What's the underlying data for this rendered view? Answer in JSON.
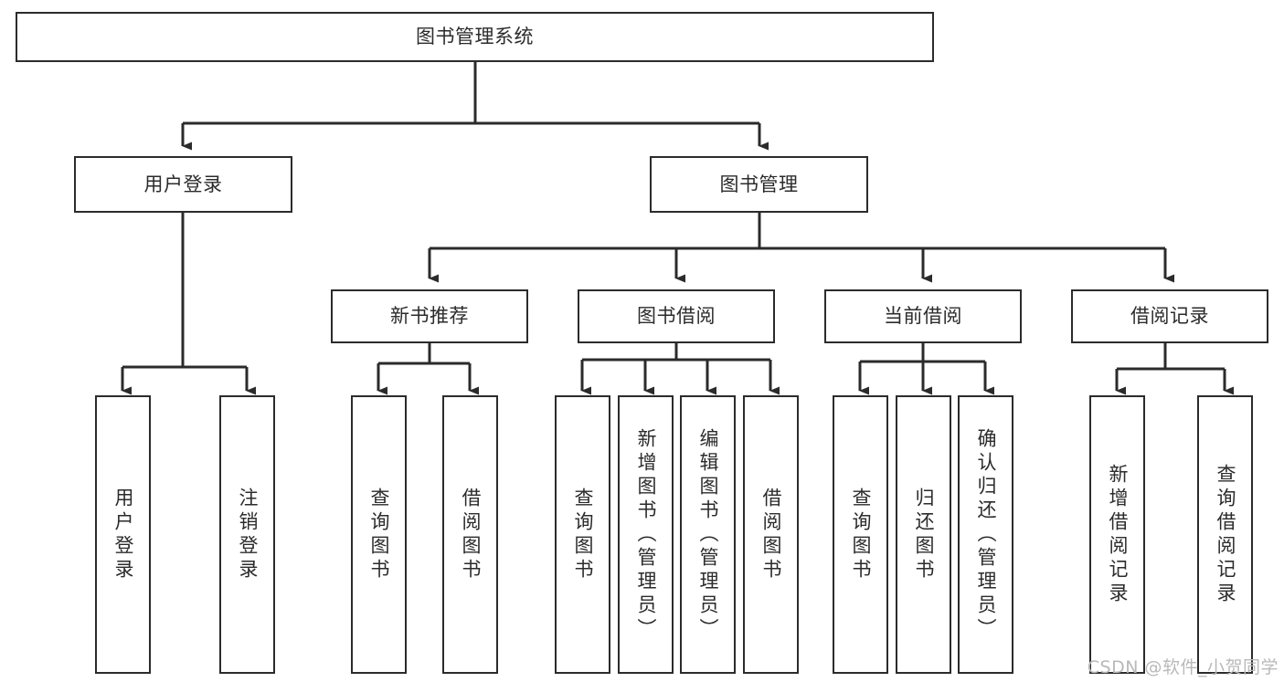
{
  "diagram": {
    "type": "tree",
    "title": "图书管理系统",
    "orientation": "top-down",
    "colors": {
      "box_border": "#2b2b2b",
      "box_fill": "#ffffff",
      "connector": "#2b2b2b",
      "text": "#2b2b2b",
      "watermark": "#b9b9b9",
      "background": "#ffffff"
    }
  },
  "nodes": {
    "root": {
      "label": "图书管理系统",
      "level": 1,
      "text_orientation": "horizontal"
    },
    "l2": [
      {
        "label": "用户登录",
        "level": 2,
        "text_orientation": "horizontal"
      },
      {
        "label": "图书管理",
        "level": 2,
        "text_orientation": "horizontal"
      }
    ],
    "l3": [
      {
        "label": "新书推荐",
        "level": 3,
        "text_orientation": "horizontal",
        "parent": "图书管理"
      },
      {
        "label": "图书借阅",
        "level": 3,
        "text_orientation": "horizontal",
        "parent": "图书管理"
      },
      {
        "label": "当前借阅",
        "level": 3,
        "text_orientation": "horizontal",
        "parent": "图书管理"
      },
      {
        "label": "借阅记录",
        "level": 3,
        "text_orientation": "horizontal",
        "parent": "图书管理"
      }
    ],
    "leaves": [
      {
        "label": "用户登录",
        "text_orientation": "vertical",
        "parent": "用户登录"
      },
      {
        "label": "注销登录",
        "text_orientation": "vertical",
        "parent": "用户登录"
      },
      {
        "label": "查询图书",
        "text_orientation": "vertical",
        "parent": "新书推荐"
      },
      {
        "label": "借阅图书",
        "text_orientation": "vertical",
        "parent": "新书推荐"
      },
      {
        "label": "查询图书",
        "text_orientation": "vertical",
        "parent": "图书借阅"
      },
      {
        "label": "新增图书（管理员）",
        "text_orientation": "vertical",
        "parent": "图书借阅"
      },
      {
        "label": "编辑图书（管理员）",
        "text_orientation": "vertical",
        "parent": "图书借阅"
      },
      {
        "label": "借阅图书",
        "text_orientation": "vertical",
        "parent": "图书借阅"
      },
      {
        "label": "查询图书",
        "text_orientation": "vertical",
        "parent": "当前借阅"
      },
      {
        "label": "归还图书",
        "text_orientation": "vertical",
        "parent": "当前借阅"
      },
      {
        "label": "确认归还（管理员）",
        "text_orientation": "vertical",
        "parent": "当前借阅"
      },
      {
        "label": "新增借阅记录",
        "text_orientation": "vertical",
        "parent": "借阅记录"
      },
      {
        "label": "查询借阅记录",
        "text_orientation": "vertical",
        "parent": "借阅记录"
      }
    ]
  },
  "watermark": {
    "text": "CSDN @软件_小贺同学"
  }
}
